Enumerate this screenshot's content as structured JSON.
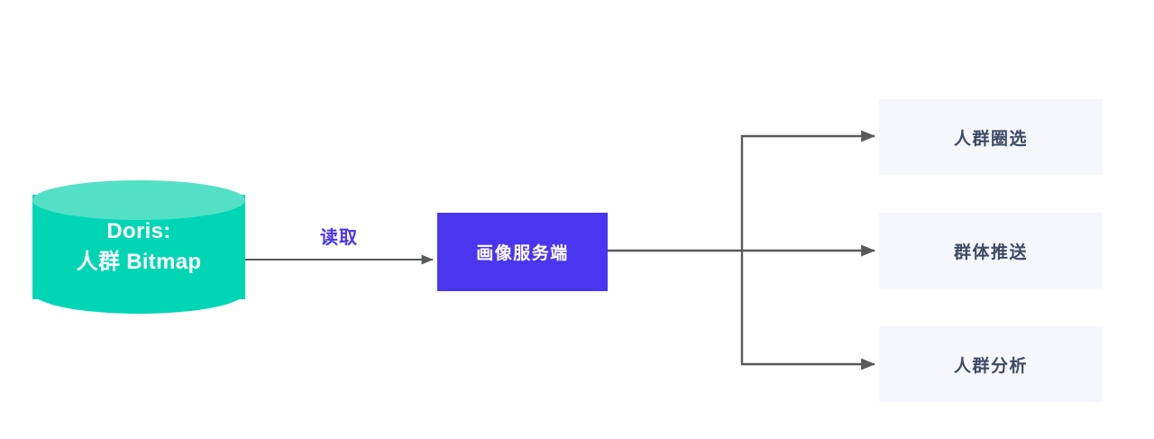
{
  "diagram": {
    "type": "flow-diagram",
    "background_color": "#ffffff",
    "source": {
      "shape": "cylinder",
      "name": "doris-bitmap-store",
      "label": "Doris:\n人群 Bitmap",
      "label_line1": "Doris:",
      "label_line2": "人群 Bitmap",
      "fill_color": "#00D6B4",
      "top_color": "#54E0C7",
      "text_color": "#ffffff"
    },
    "edges": [
      {
        "name": "read-edge",
        "label": "读取",
        "label_color": "#4A35F0",
        "from": "doris-bitmap-store",
        "to": "portrait-service",
        "arrow": true
      },
      {
        "name": "service-to-segmentation",
        "label": "",
        "from": "portrait-service",
        "to": "人群圈选",
        "arrow": true
      },
      {
        "name": "service-to-push",
        "label": "",
        "from": "portrait-service",
        "to": "群体推送",
        "arrow": true
      },
      {
        "name": "service-to-analysis",
        "label": "",
        "from": "portrait-service",
        "to": "人群分析",
        "arrow": true
      }
    ],
    "service": {
      "name": "portrait-service",
      "label": "画像服务端",
      "fill_color": "#4A35F0",
      "text_color": "#ffffff"
    },
    "outcomes": [
      {
        "name": "crowd-segmentation",
        "label": "人群圈选"
      },
      {
        "name": "group-push",
        "label": "群体推送"
      },
      {
        "name": "crowd-analysis",
        "label": "人群分析"
      }
    ],
    "outcome_style": {
      "fill_color": "#F5F7FD",
      "text_color": "#3D4A63"
    },
    "connector_color": "#58595B"
  }
}
